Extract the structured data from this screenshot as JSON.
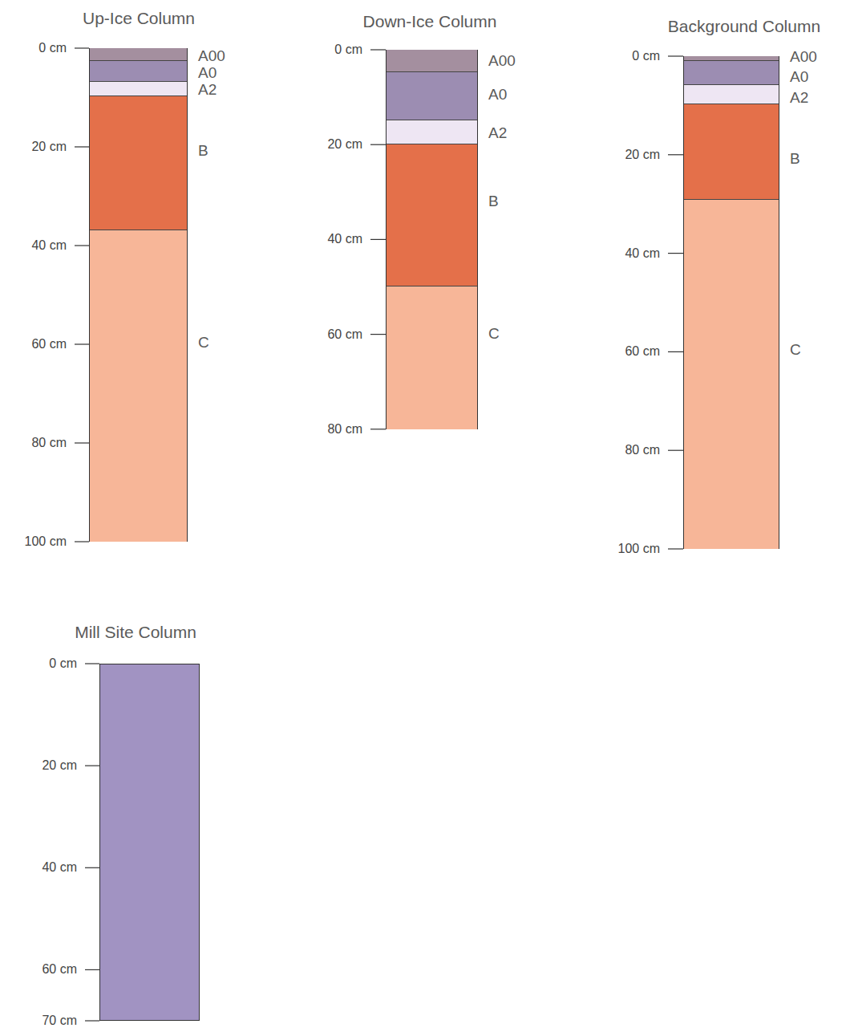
{
  "diagram": {
    "nodes": [
      {
        "text": [
          "Up-Ice Column"
        ]
      },
      {
        "text": [
          "A00"
        ],
        "in": 0
      },
      {
        "text": [
          "A0"
        ],
        "in": 0
      },
      {
        "text": [
          "A2"
        ],
        "in": 0
      },
      {
        "text": [
          "B"
        ],
        "in": 0
      },
      {
        "text": [
          "C"
        ],
        "in": 0
      },
      {
        "text": [
          "Down-Ice Column"
        ]
      },
      {
        "text": [
          "A00"
        ],
        "in": 6
      },
      {
        "text": [
          "A0"
        ],
        "in": 6
      },
      {
        "text": [
          "A2"
        ],
        "in": 6
      },
      {
        "text": [
          "B"
        ],
        "in": 6
      },
      {
        "text": [
          "C"
        ],
        "in": 6
      },
      {
        "text": [
          "Background Column"
        ]
      },
      {
        "text": [
          "A00"
        ],
        "in": 12
      },
      {
        "text": [
          "A0"
        ],
        "in": 12
      },
      {
        "text": [
          "A2"
        ],
        "in": 12
      },
      {
        "text": [
          "B"
        ],
        "in": 12
      },
      {
        "text": [
          "C"
        ],
        "in": 12
      },
      {
        "text": [
          "Mill Site Column"
        ]
      }
    ],
    "labels": [
      "0 cm",
      "20 cm",
      "40 cm",
      "60 cm",
      "80 cm",
      "100 cm",
      "0 cm",
      "20 cm",
      "40 cm",
      "60 cm",
      "80 cm",
      "0 cm",
      "20 cm",
      "40 cm",
      "60 cm",
      "80 cm",
      "100 cm",
      "0 cm",
      "20 cm",
      "40 cm",
      "60 cm",
      "70 cm"
    ]
  }
}
